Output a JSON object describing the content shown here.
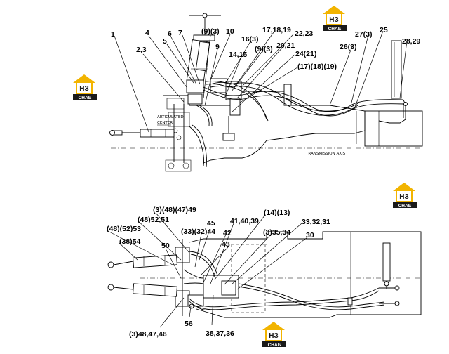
{
  "logo": {
    "top": "НЗ",
    "bottom": "СНАБ",
    "house_color": "#f2b400",
    "body_color": "#1a1a1a"
  },
  "top_view": {
    "notes": {
      "articulated_center": [
        "ARTICULATED",
        "CENTER"
      ],
      "transmission_axis": "TRANSMISSION AXIS"
    },
    "callouts": [
      "1",
      "2,3",
      "4",
      "5",
      "6",
      "7",
      "(9)(3)",
      "9",
      "10",
      "14,15",
      "16(3)",
      "(9)(3)",
      "17,18,19",
      "22,23",
      "20,21",
      "24(21)",
      "(17)(18)(19)",
      "26(3)",
      "27(3)",
      "25",
      "28,29"
    ]
  },
  "bottom_view": {
    "callouts": [
      "(3)(48)(47)49",
      "(48)52,51",
      "(48)(52)53",
      "(38)54",
      "50",
      "45",
      "(33)(32)44",
      "43",
      "42",
      "41,40,39",
      "(14)(13)",
      "(3)35,34",
      "33,32,31",
      "30",
      "56",
      "(3)48,47,46",
      "38,37,36"
    ]
  }
}
